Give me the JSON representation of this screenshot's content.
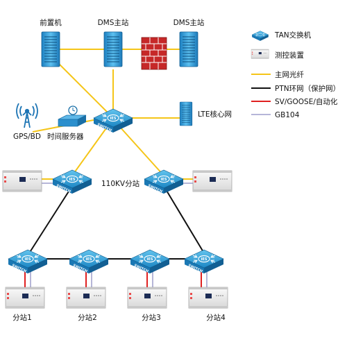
{
  "nodes": {
    "front_server": "前置机",
    "dms1": "DMS主站",
    "dms2": "DMS主站",
    "gps": "GPS/BD",
    "time_server": "时间服务器",
    "lte_core": "LTE核心网",
    "sub110": "110KV分站",
    "branch1": "分站1",
    "branch2": "分站2",
    "branch3": "分站3",
    "branch4": "分站4"
  },
  "switch_text": {
    "top": "IES",
    "side": "SWITCH"
  },
  "legend": [
    {
      "label": "TAN交换机",
      "kind": "switch"
    },
    {
      "label": "测控装置",
      "kind": "device"
    },
    {
      "label": "主网光纤",
      "kind": "line",
      "color": "#f5c518"
    },
    {
      "label": "PTN环网（保护网）",
      "kind": "line",
      "color": "#111111"
    },
    {
      "label": "SV/GOOSE/自动化",
      "kind": "line",
      "color": "#e02020"
    },
    {
      "label": "GB104",
      "kind": "line",
      "color": "#b6b6d8"
    }
  ],
  "colors": {
    "fiber": "#f5c518",
    "ring": "#111111",
    "svgoose": "#e02020",
    "gb104": "#b6b6d8",
    "switch": "#1f8fc9",
    "server": "#2a9bd6"
  }
}
